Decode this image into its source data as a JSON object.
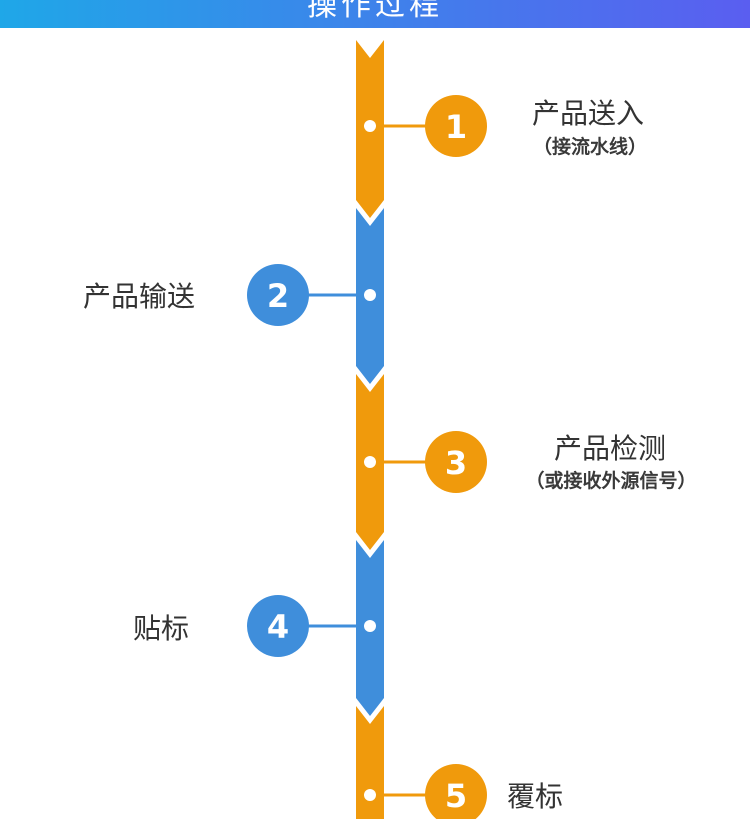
{
  "header": {
    "title": "操作过程"
  },
  "steps": [
    {
      "number": "1",
      "title": "产品送入",
      "subtitle": "（接流水线）"
    },
    {
      "number": "2",
      "title": "产品输送"
    },
    {
      "number": "3",
      "title": "产品检测",
      "subtitle": "（或接收外源信号）"
    },
    {
      "number": "4",
      "title": "贴标"
    },
    {
      "number": "5",
      "title": "覆标"
    }
  ],
  "colors": {
    "orange": "#f09a0c",
    "blue": "#3f8edb",
    "header_start": "#1fa7e8",
    "header_end": "#5a5ef0"
  }
}
